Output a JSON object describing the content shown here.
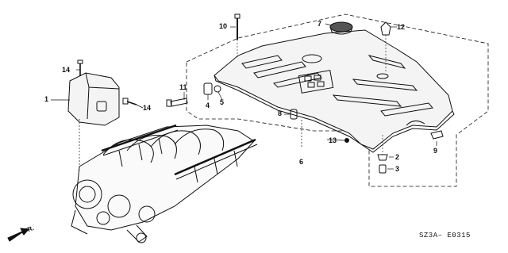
{
  "callouts": {
    "c1": "1",
    "c2": "2",
    "c3": "3",
    "c4": "4",
    "c5": "5",
    "c6": "6",
    "c7": "7",
    "c8": "8",
    "c9": "9",
    "c10": "10",
    "c11": "11",
    "c12": "12",
    "c13": "13",
    "c14a": "14",
    "c14b": "14"
  },
  "direction_label": "FR.",
  "diagram_code": "SZ3A– E0315"
}
